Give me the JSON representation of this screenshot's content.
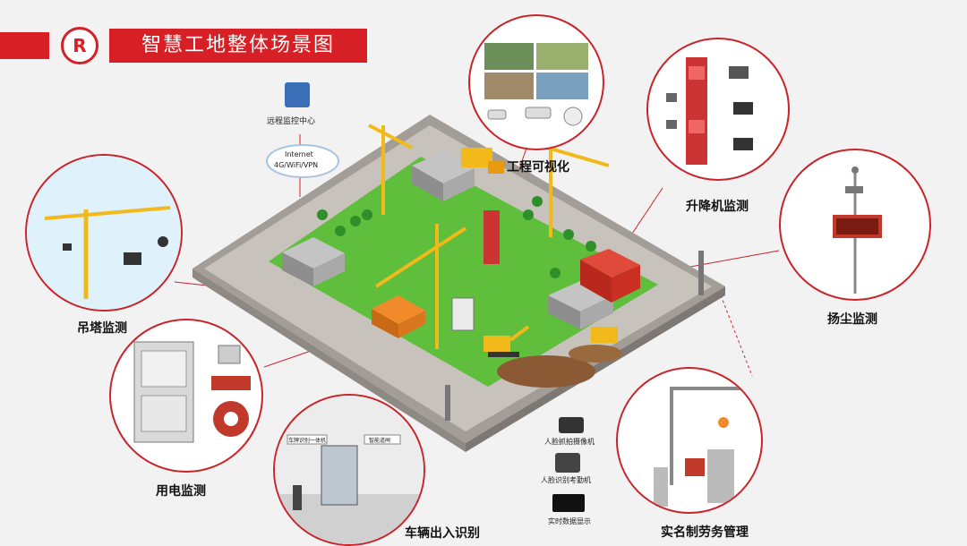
{
  "header": {
    "title": "智慧工地整体场景图"
  },
  "network": {
    "center": "远程监控中心",
    "cloud_line1": "Internet",
    "cloud_line2": "4G/WiFi/VPN"
  },
  "sections": {
    "visual": "工程可视化",
    "elevator": "升降机监测",
    "dust": "扬尘监测",
    "crane": "吊塔监测",
    "power": "用电监测",
    "vehicle": "车辆出入识别",
    "labor": "实名制劳务管理"
  },
  "labor_devices": {
    "camera": "人脸抓拍摄像机",
    "attendance": "人脸识别考勤机",
    "display": "实时数据显示"
  },
  "vehicle_signs": {
    "sign1": "车牌识别一体机",
    "sign2": "智能道闸"
  },
  "colors": {
    "accent": "#d71f26",
    "grass": "#5fbf3c",
    "wall": "#b7b2ad",
    "crane": "#f2b91a"
  }
}
